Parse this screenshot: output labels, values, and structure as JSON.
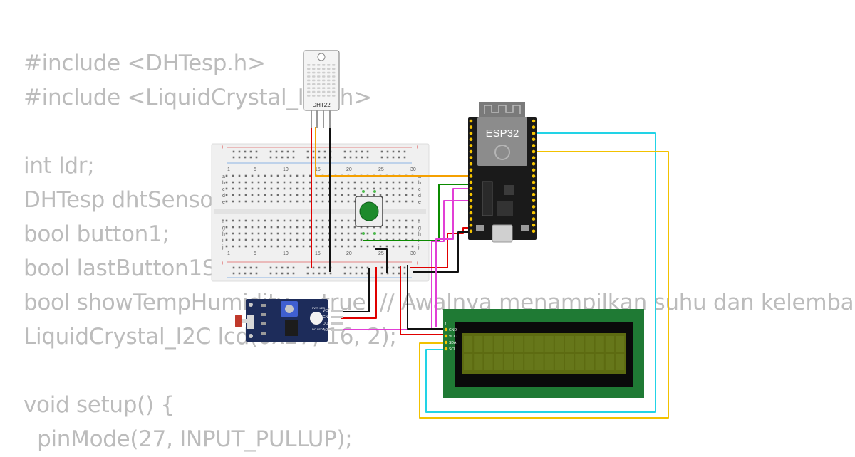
{
  "code_lines": [
    "#include <DHTesp.h>",
    "#include <LiquidCrystal_I2C.h>",
    "",
    "int ldr;",
    "DHTesp dhtSensor;",
    "bool button1;",
    "bool lastButton1State;",
    "bool showTempHumidity = true; // Awalnya menampilkan suhu dan kelemba",
    "LiquidCrystal_I2C lcd(0x27, 16, 2);",
    "",
    "void setup() {",
    "  pinMode(27, INPUT_PULLUP);"
  ],
  "components": {
    "dht_label": "DHT22",
    "esp_label": "ESP32",
    "breadboard_numbers": [
      "1",
      "5",
      "10",
      "15",
      "20",
      "25",
      "30"
    ],
    "breadboard_rows_top": [
      "a",
      "b",
      "c",
      "d",
      "e"
    ],
    "breadboard_rows_bottom": [
      "f",
      "g",
      "h",
      "i",
      "j"
    ],
    "ldr_pins": [
      "VCC",
      "GND",
      "DO",
      "AO"
    ],
    "ldr_leds": [
      "PWR LED",
      "DO LED"
    ],
    "lcd_pins": [
      "GND",
      "VCC",
      "SDA",
      "SCL"
    ],
    "lcd_pin_number": "1"
  },
  "colors": {
    "code_text": "#bcbcbc",
    "breadboard": "#f2f2f2",
    "esp_board": "#1a1a1a",
    "lcd_frame": "#1f7a34",
    "lcd_screen": "#5d6b11",
    "ldr_board": "#1d2c5a",
    "button_cap": "#1d8a2b",
    "wire_cyan": "#22d3e6",
    "wire_yellow": "#f2c100",
    "wire_orange": "#f5a000",
    "wire_green": "#0b8a00",
    "wire_magenta": "#e23fd6",
    "wire_red": "#e00000",
    "wire_black": "#111111"
  }
}
